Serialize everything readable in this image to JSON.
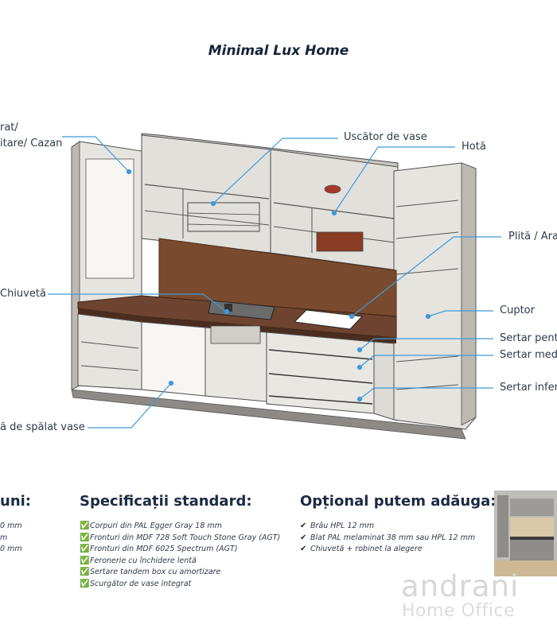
{
  "title": "Minimal Lux Home",
  "callouts": {
    "frigider_1": "rat/",
    "frigider_2": "itare/ Cazan",
    "uscator": "Uscător de vase",
    "hota": "Hotă",
    "plita": "Plită / Ara",
    "chiuveta": "Chiuvetă",
    "masina": "ă de spălat vase",
    "cuptor": "Cuptor",
    "sertar_sus": "Sertar pent",
    "sertar_mediu": "Sertar med",
    "sertar_jos": "Sertar infer"
  },
  "sections": {
    "dimensions": {
      "heading": "uni:",
      "items": [
        "0 mm",
        "m",
        "0 mm"
      ]
    },
    "standard": {
      "heading": "Specificații standard:",
      "items": [
        "Corpuri din PAL Egger Gray 18 mm",
        "Fronturi din MDF 728 Soft Touch Stone Gray (AGT)",
        "Fronturi din MDF 6025 Spectrum (AGT)",
        "Feronerie cu închidere lentă",
        "Sertare tandem box cu amortizare",
        "Scurgător de vase integrat"
      ]
    },
    "optional": {
      "heading": "Opțional putem adăuga:",
      "items": [
        "Brâu HPL 12 mm",
        "Blat PAL melaminat 38 mm sau HPL 12 mm",
        "Chiuvetă + robinet la alegere"
      ]
    }
  },
  "brand": {
    "name": "andrani",
    "tagline": "Home Office"
  },
  "colors": {
    "callout_line": "#3f9ad8",
    "wood_panel": "#7a4a2e",
    "worktop": "#6e4430",
    "carcass": "#d9d7d2",
    "heading": "#1c2a44"
  }
}
